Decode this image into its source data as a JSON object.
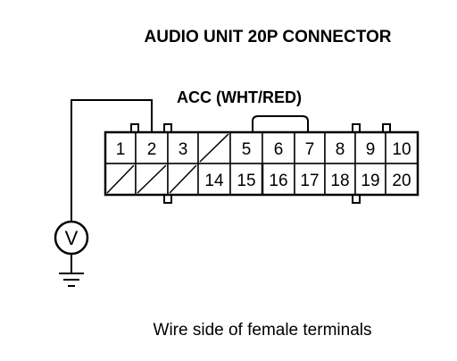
{
  "title": "AUDIO UNIT 20P CONNECTOR",
  "wire_label": "ACC (WHT/RED)",
  "caption": "Wire side of female terminals",
  "meter_symbol": "V",
  "probe_pin": "2",
  "connector": {
    "top_row": [
      "1",
      "2",
      "3",
      "",
      "5",
      "6",
      "7",
      "8",
      "9",
      "10"
    ],
    "bottom_row": [
      "",
      "",
      "",
      "14",
      "15",
      "16",
      "17",
      "18",
      "19",
      "20"
    ],
    "blank_cavities": [
      "4",
      "11",
      "12",
      "13"
    ]
  },
  "icons": {
    "meter": "voltmeter-icon",
    "ground": "ground-icon"
  }
}
